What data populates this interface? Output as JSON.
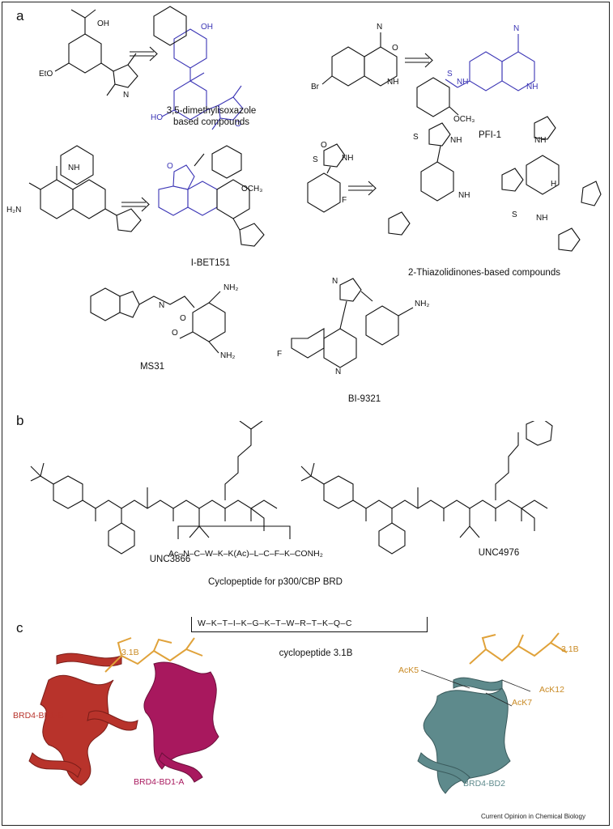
{
  "panels": {
    "a": {
      "letter": "a",
      "labels": {
        "isoxazole": "3,5-dimethylisoxazole\nbased compounds",
        "pfi1": "PFI-1",
        "ibet151": "I-BET151",
        "thiazolidinones": "2-Thiazolidinones-based compounds",
        "ms31": "MS31",
        "bi9321": "BI-9321"
      },
      "atoms": {
        "oh": "OH",
        "eto": "EtO",
        "ho": "HO",
        "o": "O",
        "n": "N",
        "br": "Br",
        "nh": "NH",
        "s": "S",
        "h2n": "H₂N",
        "och3": "OCH₃",
        "nh2": "NH₂",
        "f": "F",
        "h": "H",
        "och3_side": "OCH₃"
      }
    },
    "b": {
      "letter": "b",
      "labels": {
        "unc3866": "UNC3866",
        "unc4976": "UNC4976",
        "cyclopeptide_caption": "Cyclopeptide for p300/CBP BRD"
      },
      "cyclopeptide_sequence": "Ac–N–C–W–K–K(Ac)–L–C–F–K–CONH₂"
    },
    "c": {
      "letter": "c",
      "sequence": "W–K–T–I–K–G–K–T–W–R–T–K–Q–C",
      "sequence_caption": "cyclopeptide 3.1B",
      "labels": {
        "left_31b": "3.1B",
        "bd1b": "BRD4-BD1-B",
        "bd1a": "BRD4-BD1-A",
        "right_31b": "3.1B",
        "ack5": "AcK5",
        "ack12": "AcK12",
        "ack7": "AcK7",
        "bd2": "BRD4-BD2"
      }
    }
  },
  "footer": {
    "credit": "Current Opinion in Chemical Biology"
  },
  "colors": {
    "blue_atoms": "#3b35b5",
    "bd1b": "#b8332b",
    "bd1a": "#a8185e",
    "bd2": "#5e8a8c",
    "peptide": "#e0a23a",
    "orange_label": "#c98a24"
  }
}
